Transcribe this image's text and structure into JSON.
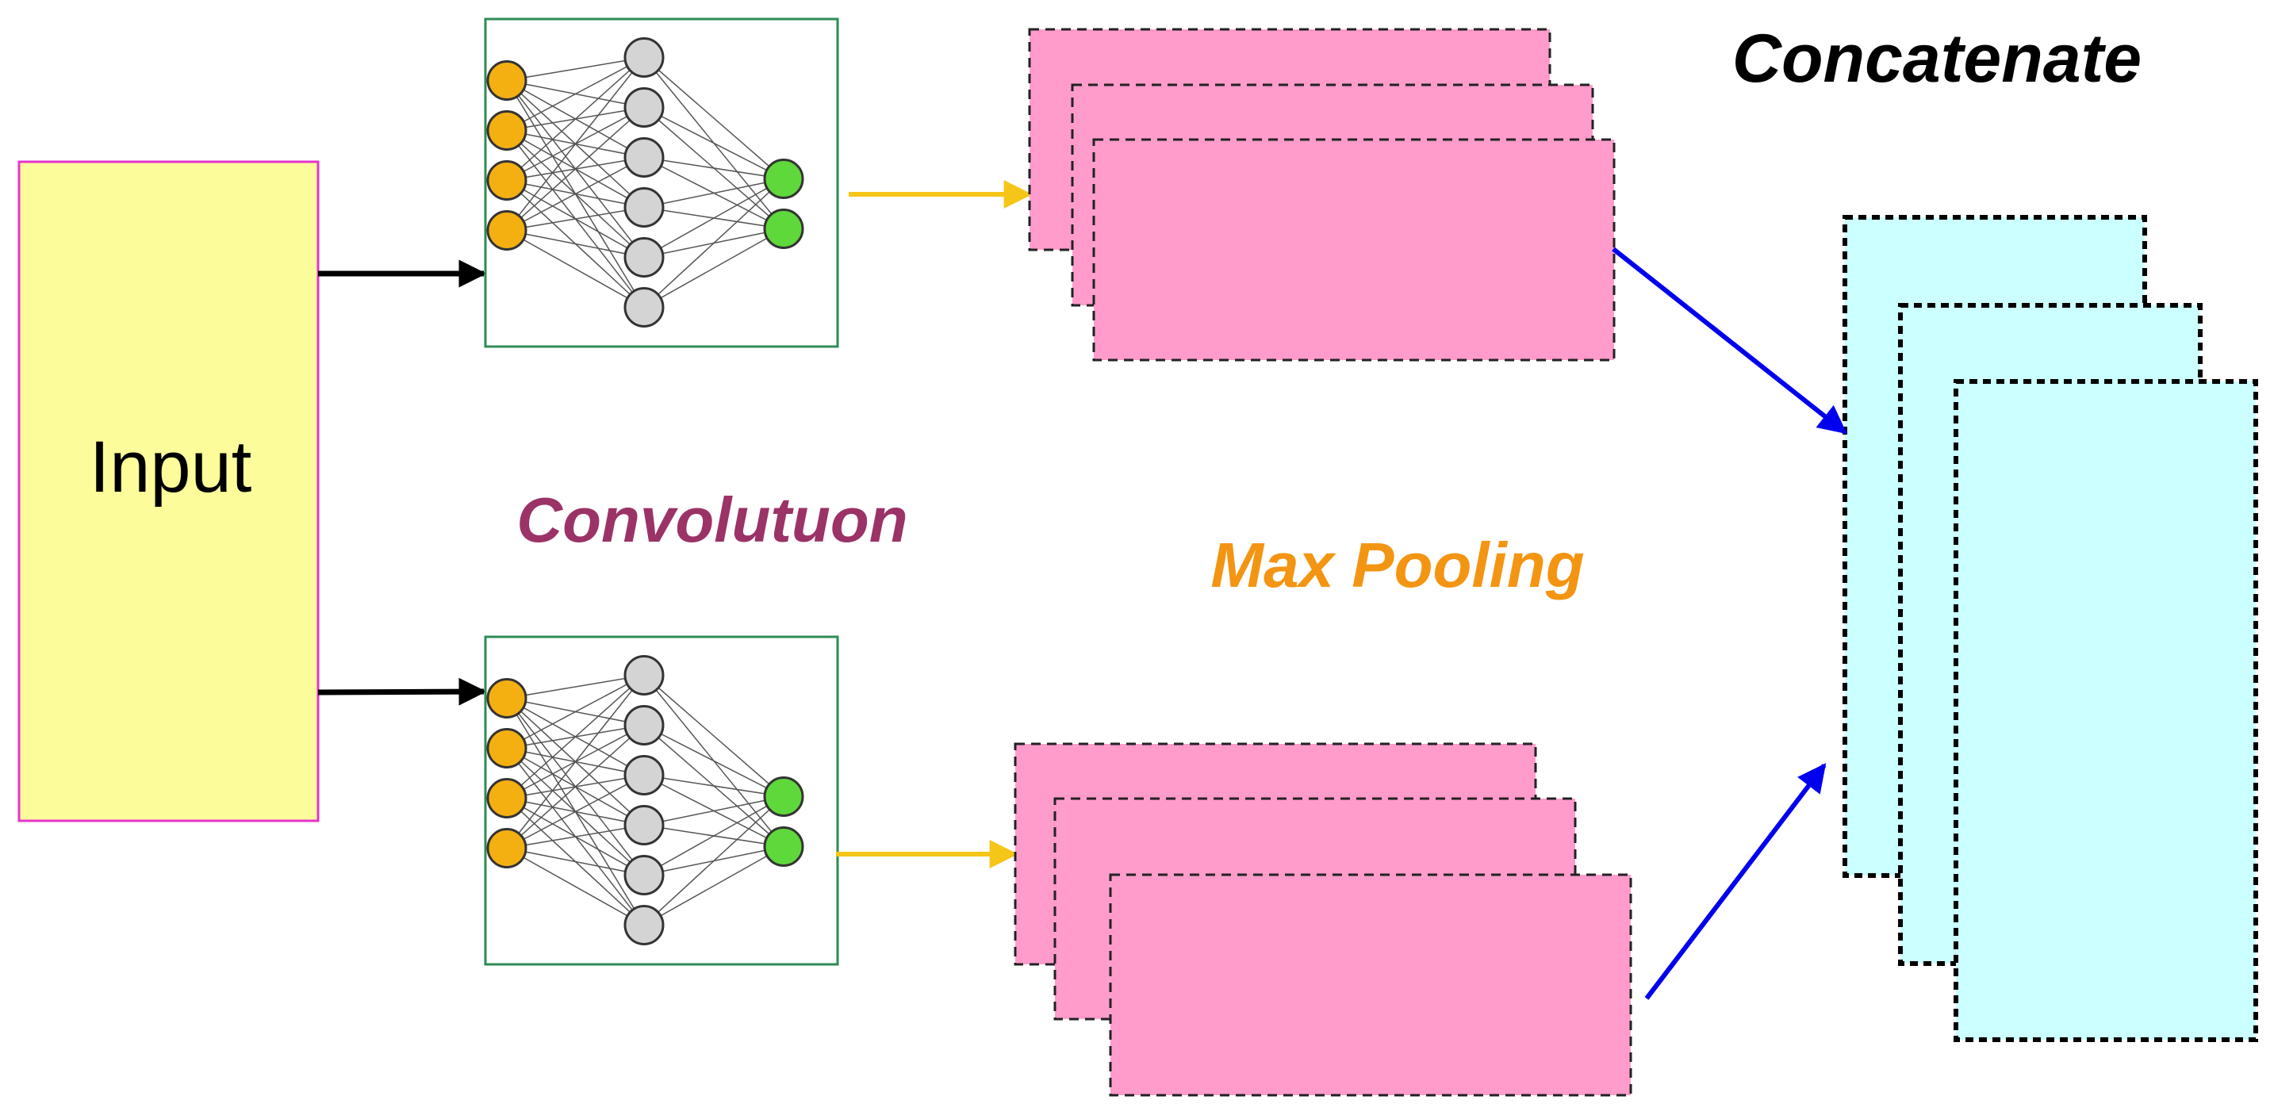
{
  "labels": {
    "input": "Input",
    "convolution": "Convolutuon",
    "max_pooling": "Max Pooling",
    "concatenate": "Concatenate"
  },
  "colors": {
    "input_fill": "#fcfc9a",
    "input_border": "#e633cc",
    "net_border": "#2e8b57",
    "input_node": "#f4b011",
    "hidden_node": "#d4d4d4",
    "output_node": "#5ed83a",
    "pool_fill": "#ff9ccc",
    "concat_fill": "#ccffff",
    "convolution_text": "#9b3366",
    "max_pooling_text": "#f39512",
    "concatenate_text": "#000000",
    "arrow_input": "#000000",
    "arrow_pool": "#f5c518",
    "arrow_concat": "#0000ee"
  },
  "networks": [
    {
      "name": "upper-network",
      "input_nodes": 4,
      "hidden_nodes": 6,
      "output_nodes": 2
    },
    {
      "name": "lower-network",
      "input_nodes": 4,
      "hidden_nodes": 6,
      "output_nodes": 2
    }
  ],
  "pooling_stacks": [
    {
      "name": "upper-pooling-stack",
      "layers": 3
    },
    {
      "name": "lower-pooling-stack",
      "layers": 3
    }
  ],
  "concat_stack": {
    "layers": 3
  }
}
